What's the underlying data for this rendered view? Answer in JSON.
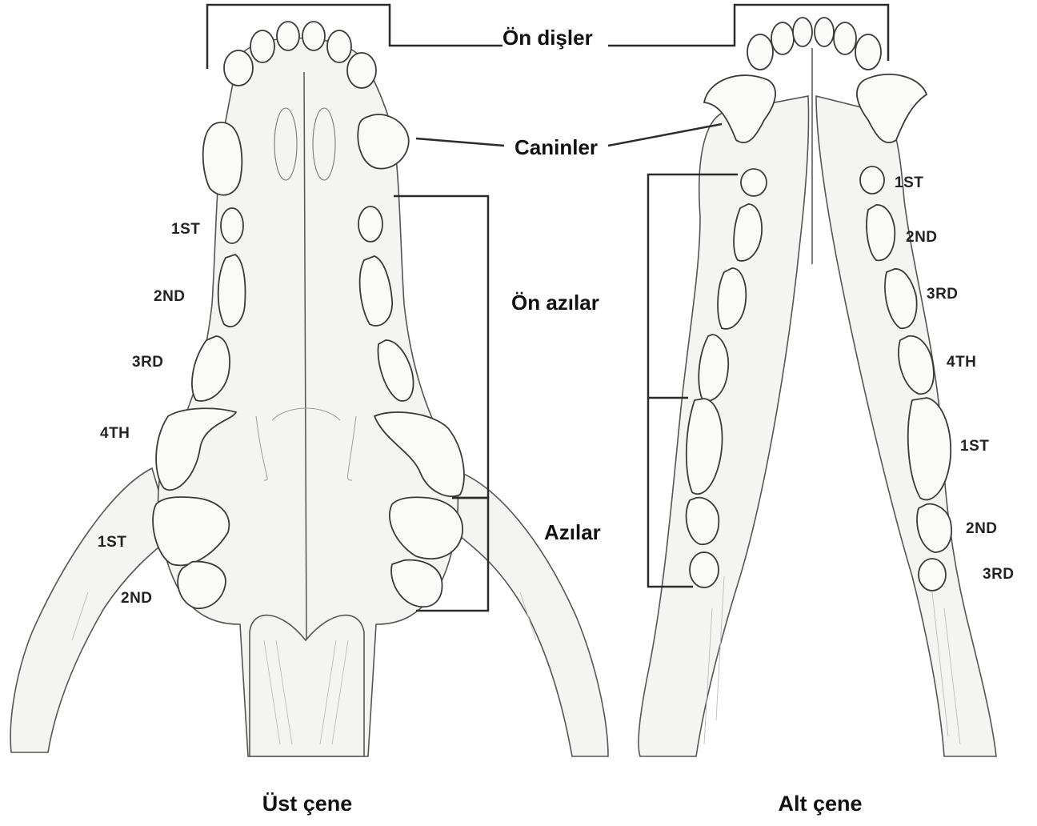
{
  "labels": {
    "incisors": "Ön dişler",
    "canines": "Caninler",
    "premolars": "Ön azılar",
    "molars": "Azılar"
  },
  "upper_jaw": {
    "caption": "Üst çene",
    "premolars": [
      "1ST",
      "2ND",
      "3RD",
      "4TH"
    ],
    "molars": [
      "1ST",
      "2ND"
    ]
  },
  "lower_jaw": {
    "caption": "Alt çene",
    "premolars": [
      "1ST",
      "2ND",
      "3RD",
      "4TH"
    ],
    "molars": [
      "1ST",
      "2ND",
      "3RD"
    ]
  }
}
